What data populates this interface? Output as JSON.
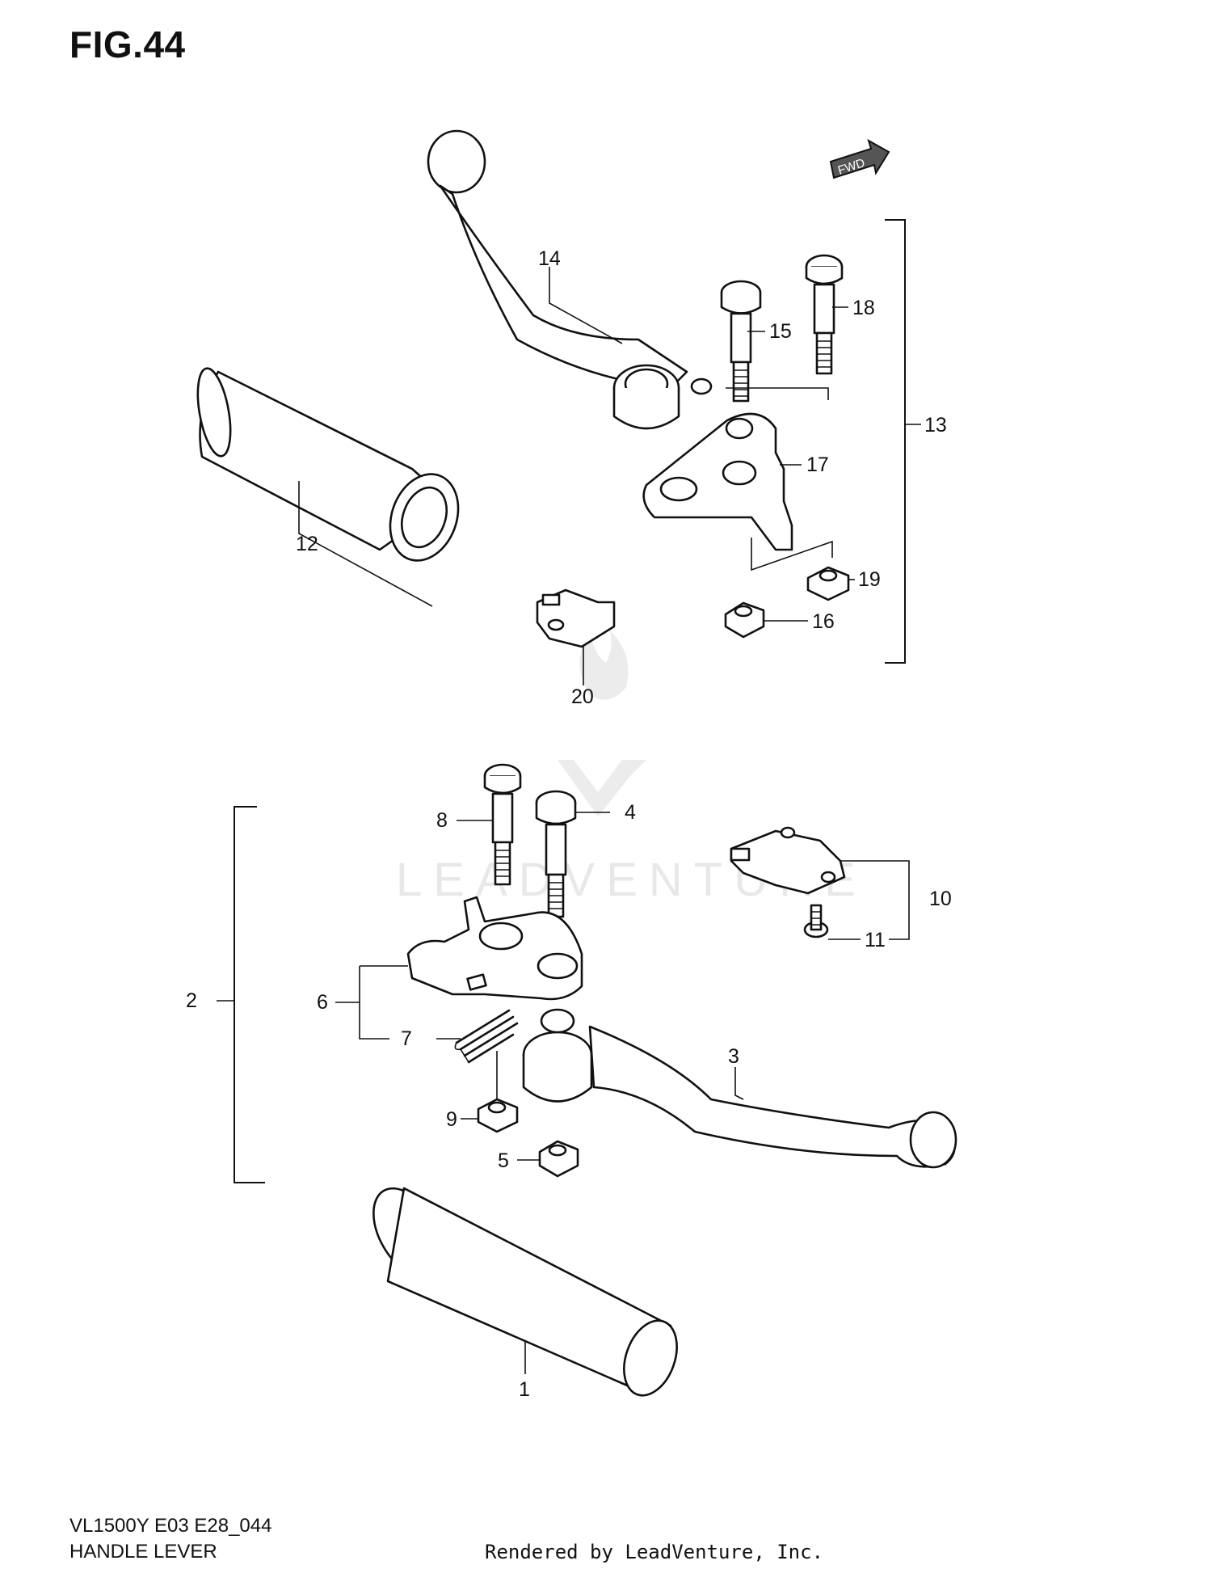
{
  "figure_title": "FIG.44",
  "fwd_label": "FWD",
  "watermark_text": "LEADVENTURE",
  "callouts": [
    {
      "id": "c1",
      "label": "1"
    },
    {
      "id": "c2",
      "label": "2"
    },
    {
      "id": "c3",
      "label": "3"
    },
    {
      "id": "c4",
      "label": "4"
    },
    {
      "id": "c5",
      "label": "5"
    },
    {
      "id": "c6",
      "label": "6"
    },
    {
      "id": "c7",
      "label": "7"
    },
    {
      "id": "c8",
      "label": "8"
    },
    {
      "id": "c9",
      "label": "9"
    },
    {
      "id": "c10",
      "label": "10"
    },
    {
      "id": "c11",
      "label": "11"
    },
    {
      "id": "c12",
      "label": "12"
    },
    {
      "id": "c13",
      "label": "13"
    },
    {
      "id": "c14",
      "label": "14"
    },
    {
      "id": "c15",
      "label": "15"
    },
    {
      "id": "c16",
      "label": "16"
    },
    {
      "id": "c17",
      "label": "17"
    },
    {
      "id": "c18",
      "label": "18"
    },
    {
      "id": "c19",
      "label": "19"
    },
    {
      "id": "c20",
      "label": "20"
    }
  ],
  "footer": {
    "model_code": "VL1500Y E03 E28_044",
    "section_name": "HANDLE LEVER",
    "rendered_by": "Rendered by LeadVenture, Inc."
  },
  "colors": {
    "ink": "#111111",
    "watermark": "#e8e8e8",
    "background": "#ffffff"
  }
}
